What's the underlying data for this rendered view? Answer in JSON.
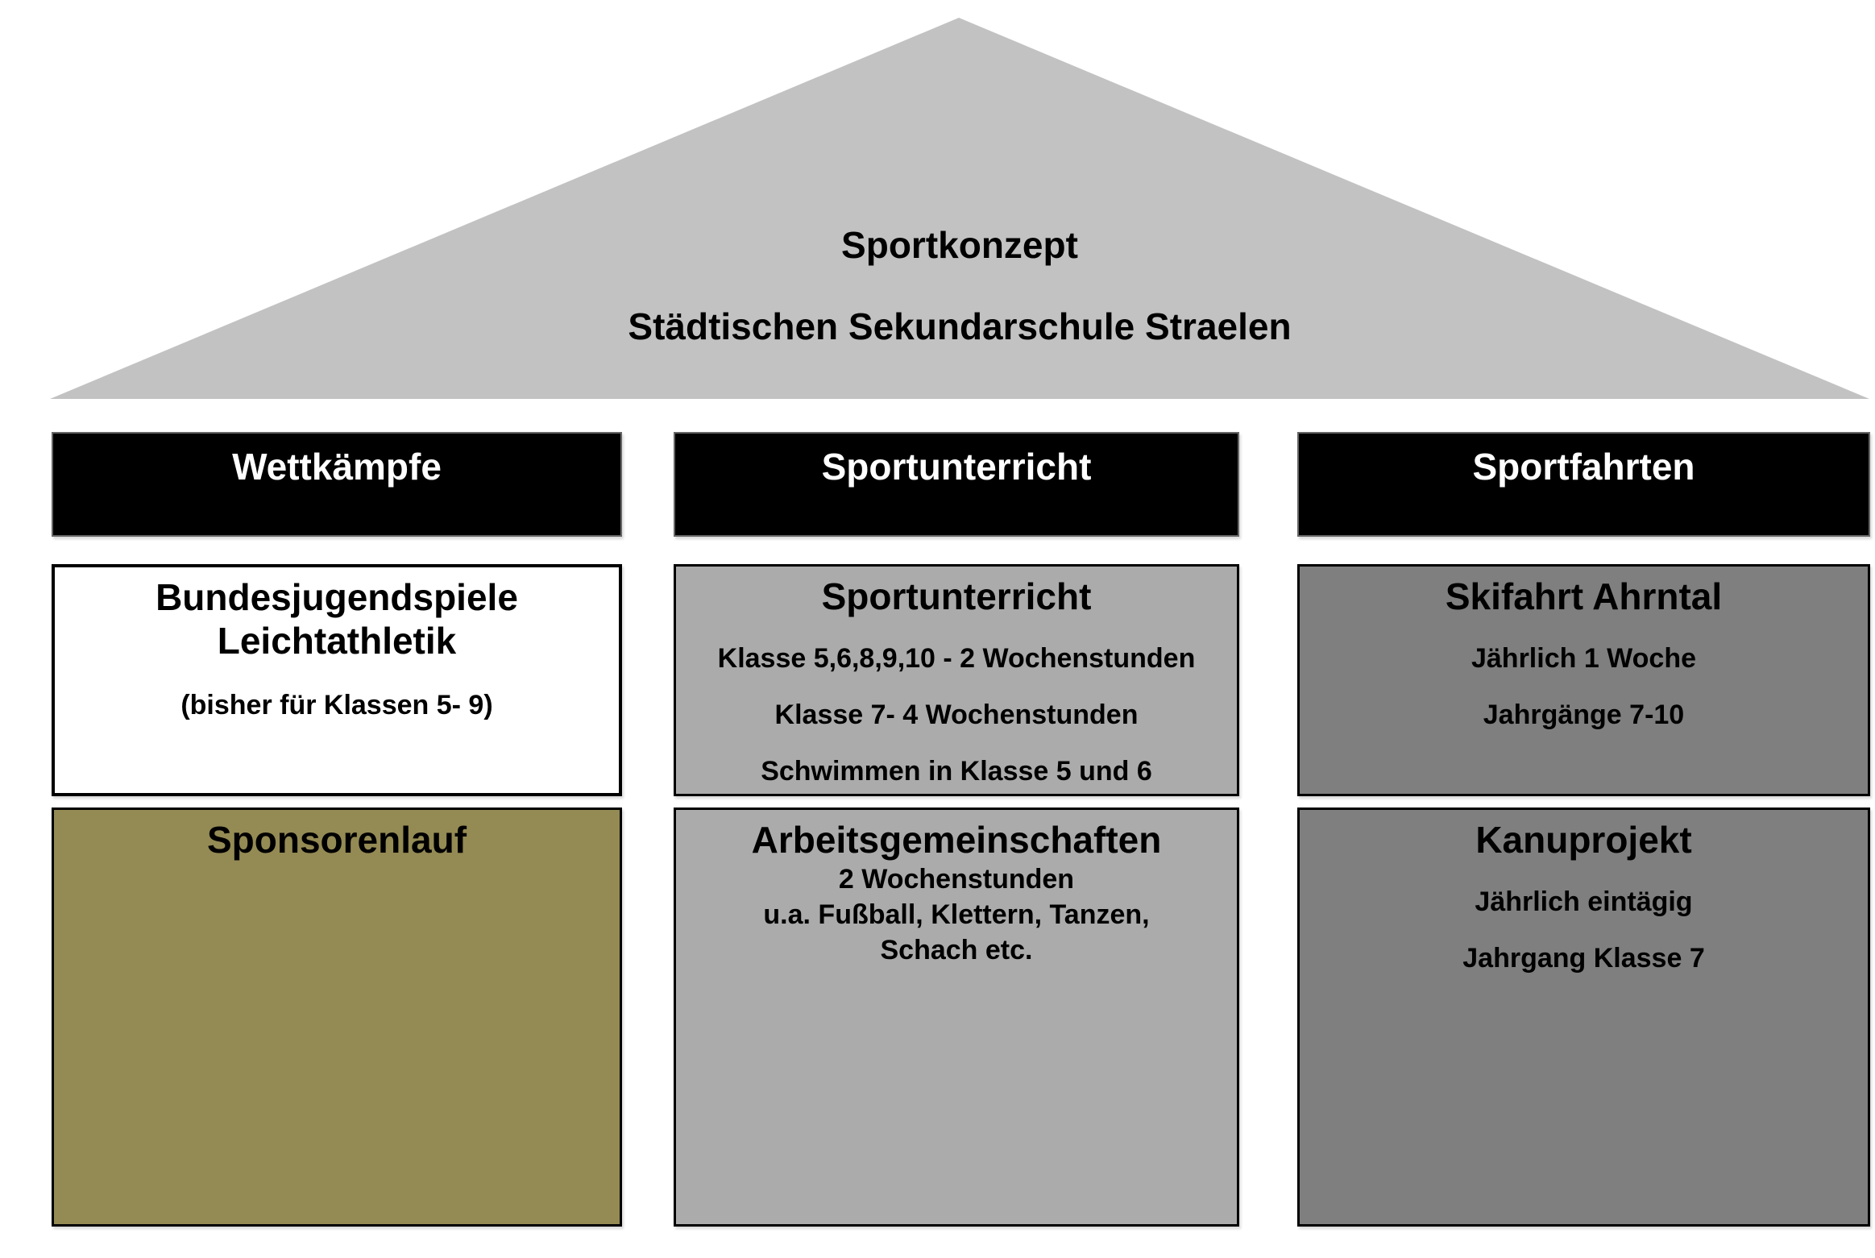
{
  "roof": {
    "title": "Sportkonzept",
    "subtitle": "Städtischen Sekundarschule Straelen"
  },
  "columns": [
    {
      "header": "Wettkämpfe",
      "box1": {
        "title_line1": "Bundesjugendspiele",
        "title_line2": "Leichtathletik",
        "note": "(bisher für Klassen 5- 9)"
      },
      "box2": {
        "title": "Sponsorenlauf"
      }
    },
    {
      "header": "Sportunterricht",
      "box1": {
        "title": "Sportunterricht",
        "lines": [
          "Klasse 5,6,8,9,10 - 2 Wochenstunden",
          "Klasse 7- 4 Wochenstunden",
          "Schwimmen in Klasse 5 und 6"
        ]
      },
      "box2": {
        "title": "Arbeitsgemeinschaften",
        "lines": [
          "2 Wochenstunden",
          "u.a. Fußball, Klettern, Tanzen,",
          "Schach etc."
        ]
      }
    },
    {
      "header": "Sportfahrten",
      "box1": {
        "title": "Skifahrt Ahrntal",
        "lines": [
          "Jährlich 1 Woche",
          "Jahrgänge 7-10"
        ]
      },
      "box2": {
        "title": "Kanuprojekt",
        "lines": [
          "Jährlich eintägig",
          "Jahrgang Klasse 7"
        ]
      }
    }
  ],
  "colors": {
    "roof_fill": "#c2c2c2",
    "outline": "#000000",
    "header_bg": "#000000",
    "header_text": "#ffffff",
    "box_white": "#ffffff",
    "box_olive": "#948a54",
    "box_light_gray": "#ababab",
    "box_dark_gray": "#7f7f7f"
  }
}
